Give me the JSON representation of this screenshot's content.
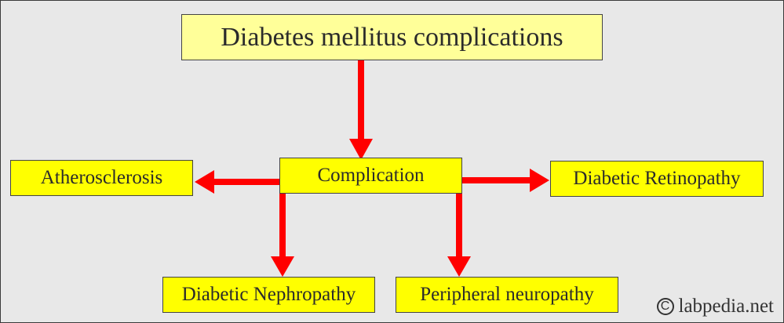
{
  "diagram": {
    "title": "Diabetes mellitus complications",
    "center": "Complication",
    "left": "Atherosclerosis",
    "right": "Diabetic Retinopathy",
    "bottom_left": "Diabetic Nephropathy",
    "bottom_right": "Peripheral neuropathy"
  },
  "watermark": {
    "symbol": "C",
    "text": "labpedia.net"
  },
  "colors": {
    "background": "#e8e8e8",
    "title_fill": "#ffff99",
    "box_fill": "#ffff00",
    "arrow": "#ff0000",
    "border": "#444444"
  }
}
